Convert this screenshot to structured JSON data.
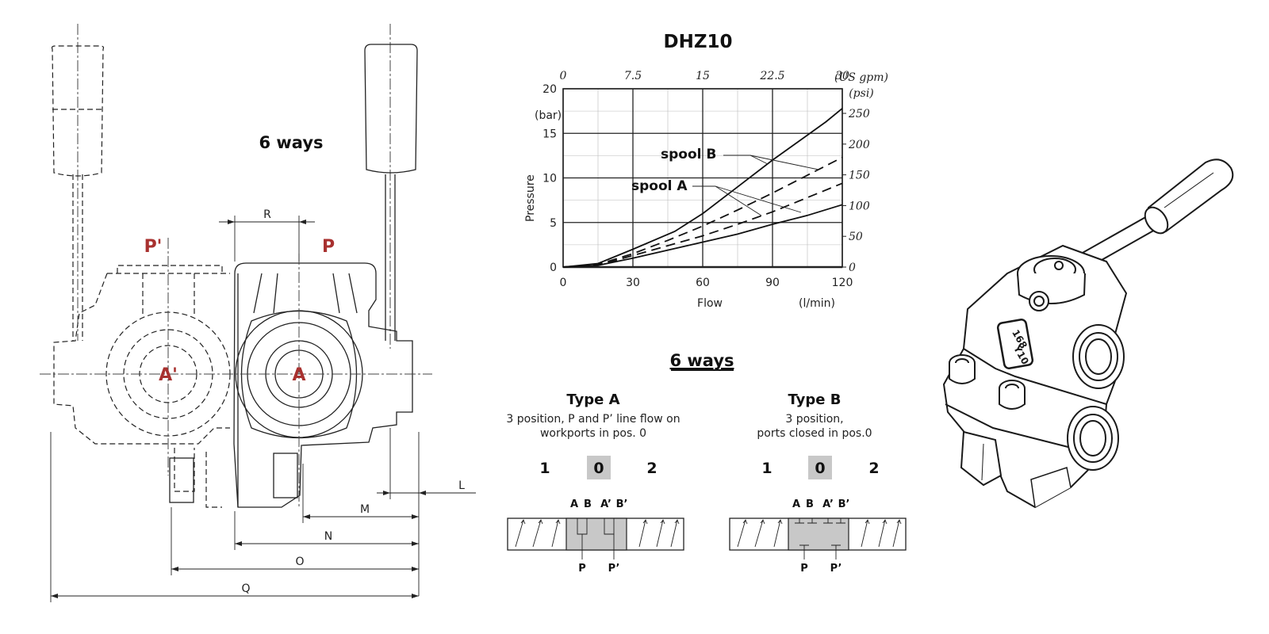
{
  "drawing": {
    "ways_label": "6 ways",
    "ports": {
      "p_prime": "P'",
      "p": "P",
      "a_prime": "A'",
      "a": "A"
    },
    "dimensions": {
      "r": "R",
      "l": "L",
      "m": "M",
      "n": "N",
      "o": "O",
      "q": "Q"
    }
  },
  "chart_data": {
    "type": "line",
    "title": "DHZ10",
    "xlabel": "Flow",
    "xunit": "(l/min)",
    "ylabel": "Pressure",
    "yunit": "(bar)",
    "xlim": [
      0,
      120
    ],
    "ylim": [
      0,
      20
    ],
    "x_ticks": [
      "0",
      "30",
      "60",
      "90",
      "120"
    ],
    "y_ticks": [
      "0",
      "5",
      "10",
      "15",
      "20"
    ],
    "top_axis_unit": "(US gpm)",
    "top_ticks": [
      "0",
      "7.5",
      "15",
      "22.5",
      "30"
    ],
    "right_axis_unit": "(psi)",
    "right_ticks": [
      "0",
      "50",
      "100",
      "150",
      "200",
      "250"
    ],
    "grid": true,
    "annotations": {
      "spool_b": "spool B",
      "spool_a": "spool A"
    },
    "series": [
      {
        "style": "solid",
        "x": [
          0,
          15,
          30,
          48,
          60,
          75,
          90,
          105,
          113,
          120
        ],
        "y": [
          0,
          0.4,
          2.0,
          4.0,
          6.0,
          9.0,
          12.0,
          14.8,
          16.3,
          17.8
        ]
      },
      {
        "style": "dashed",
        "x": [
          0,
          15,
          30,
          45,
          60,
          75,
          90,
          105,
          120
        ],
        "y": [
          0,
          0.3,
          1.5,
          3.0,
          4.6,
          6.4,
          8.3,
          10.3,
          12.3
        ]
      },
      {
        "style": "dashed",
        "x": [
          0,
          15,
          30,
          45,
          60,
          75,
          90,
          105,
          120
        ],
        "y": [
          0,
          0.2,
          1.3,
          2.4,
          3.5,
          4.8,
          6.2,
          7.8,
          9.4
        ]
      },
      {
        "style": "solid",
        "x": [
          0,
          15,
          30,
          45,
          60,
          75,
          90,
          105,
          120
        ],
        "y": [
          0,
          0.2,
          1.0,
          1.9,
          2.8,
          3.7,
          4.8,
          5.8,
          7.0
        ]
      }
    ]
  },
  "schematic": {
    "heading": "6 ways",
    "type_a": {
      "title": "Type A",
      "desc_line1": "3 position, P and P’ line flow on",
      "desc_line2": "workports in pos. 0",
      "positions": [
        "1",
        "0",
        "2"
      ],
      "top_ports": [
        "A",
        "B",
        "A’",
        "B’"
      ],
      "bottom_ports": [
        "P",
        "P’"
      ]
    },
    "type_b": {
      "title": "Type B",
      "desc_line1": "3 position,",
      "desc_line2": "ports closed in pos.0",
      "positions": [
        "1",
        "0",
        "2"
      ],
      "top_ports": [
        "A",
        "B",
        "A’",
        "B’"
      ],
      "bottom_ports": [
        "P",
        "P’"
      ]
    }
  },
  "product": {
    "marking_line1": "168",
    "marking_line2": "Y10"
  },
  "colors": {
    "port_label": "#a8312f",
    "neutral_box": "#c8c8c8"
  }
}
